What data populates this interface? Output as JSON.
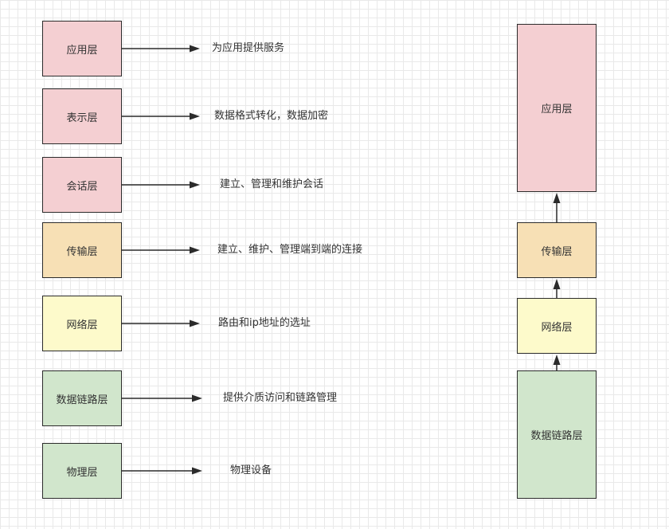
{
  "colors": {
    "application": "#f4cfd2",
    "transport": "#f7e0b5",
    "network": "#fdfacb",
    "datalink": "#d1e6cc",
    "border": "#2b2b2b"
  },
  "osi": [
    {
      "layer": "应用层",
      "desc": "为应用提供服务"
    },
    {
      "layer": "表示层",
      "desc": "数据格式转化，数据加密"
    },
    {
      "layer": "会话层",
      "desc": "建立、管理和维护会话"
    },
    {
      "layer": "传输层",
      "desc": "建立、维护、管理端到端的连接"
    },
    {
      "layer": "网络层",
      "desc": "路由和ip地址的选址"
    },
    {
      "layer": "数据链路层",
      "desc": "提供介质访问和链路管理"
    },
    {
      "layer": "物理层",
      "desc": "物理设备"
    }
  ],
  "tcpip": [
    {
      "layer": "应用层"
    },
    {
      "layer": "传输层"
    },
    {
      "layer": "网络层"
    },
    {
      "layer": "数据链路层"
    }
  ]
}
